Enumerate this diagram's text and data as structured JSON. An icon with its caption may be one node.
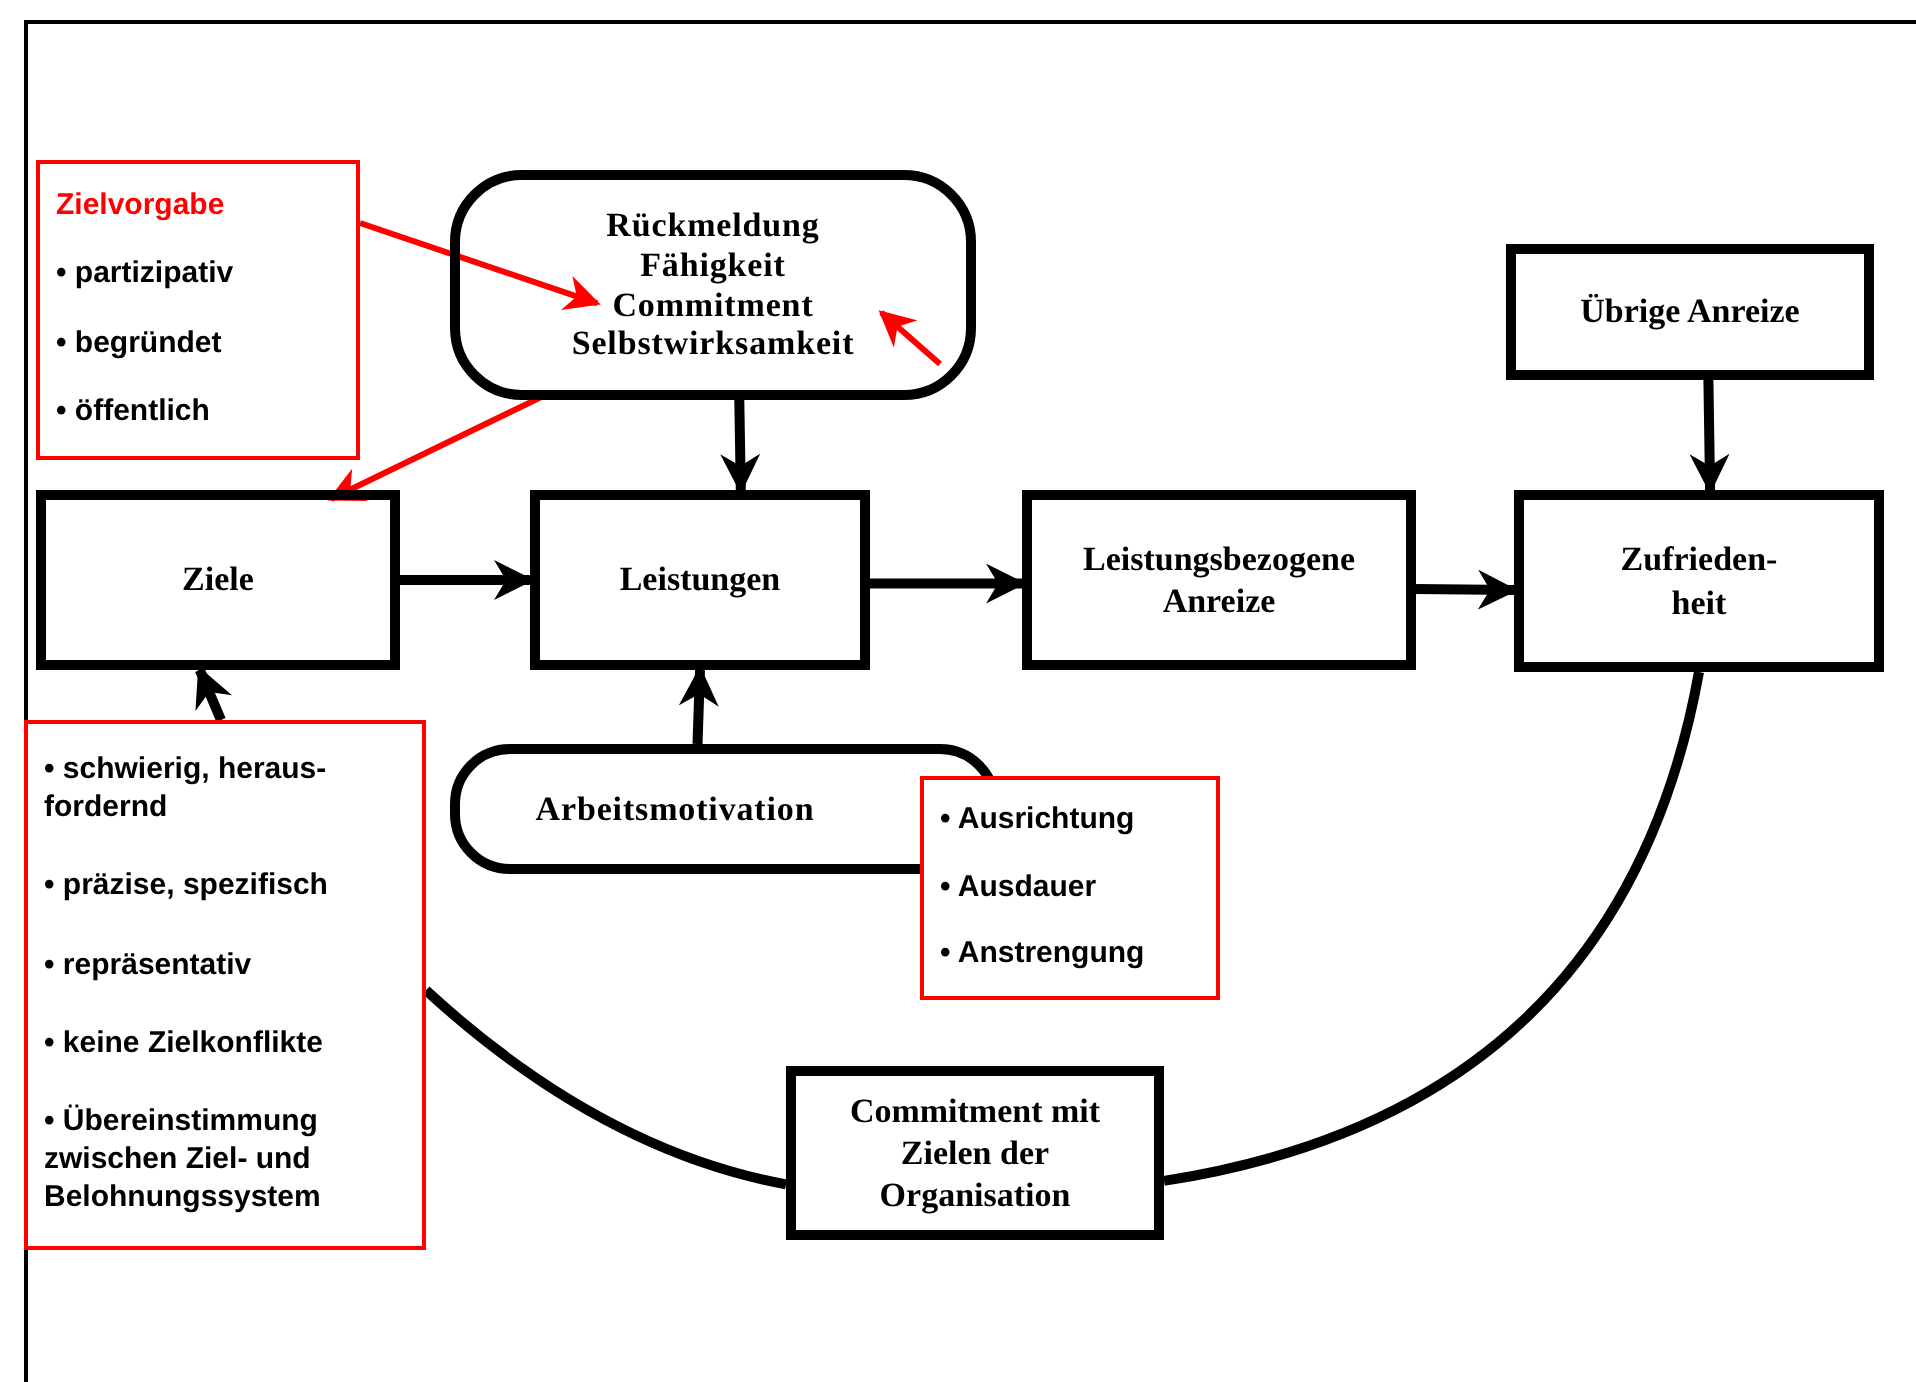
{
  "diagram": {
    "nodes": [
      {
        "text": [
          "Zielvorgabe",
          "• partizipativ",
          "• begründet",
          "• öffentlich"
        ]
      },
      {
        "text": [
          "Rückmeldung",
          "Fähigkeit",
          "Commitment",
          "Selbstwirksamkeit"
        ]
      },
      {
        "text": [
          "Übrige Anreize"
        ]
      },
      {
        "text": [
          "Ziele"
        ]
      },
      {
        "text": [
          "Leistungen"
        ]
      },
      {
        "text": [
          "Leistungsbezogene Anreize"
        ]
      },
      {
        "text": [
          "Zufrieden- heit"
        ]
      },
      {
        "text": [
          "• schwierig, heraus- fordernd",
          "• präzise, spezifisch",
          "• repräsentativ",
          "• keine Zielkonflikte",
          "• Übereinstimmung zwischen Ziel- und Belohnungssystem"
        ]
      },
      {
        "text": [
          "Arbeitsmotivation"
        ]
      },
      {
        "text": [
          "• Ausrichtung",
          "• Ausdauer",
          "• Anstrengung"
        ]
      },
      {
        "text": [
          "Commitment mit Zielen der Organisation"
        ]
      }
    ],
    "edges": [
      {
        "from": 0,
        "to": 1,
        "arrow": "to",
        "color": "#ff0000"
      },
      {
        "from": null,
        "to": 1,
        "arrow": "to",
        "color": "#ff0000"
      },
      {
        "from": 1,
        "to": 3,
        "arrow": "to",
        "color": "#ff0000"
      },
      {
        "from": 1,
        "to": 4,
        "arrow": "to"
      },
      {
        "from": 3,
        "to": 4,
        "arrow": "to"
      },
      {
        "from": 4,
        "to": 5,
        "arrow": "to"
      },
      {
        "from": 5,
        "to": 6,
        "arrow": "to"
      },
      {
        "from": 2,
        "to": 6,
        "arrow": "to"
      },
      {
        "from": 7,
        "to": 3,
        "arrow": "to"
      },
      {
        "from": 8,
        "to": 4,
        "arrow": "to"
      },
      {
        "from": 7,
        "to": 10,
        "arrow": "none"
      },
      {
        "from": 6,
        "to": 10,
        "arrow": "none"
      }
    ]
  }
}
